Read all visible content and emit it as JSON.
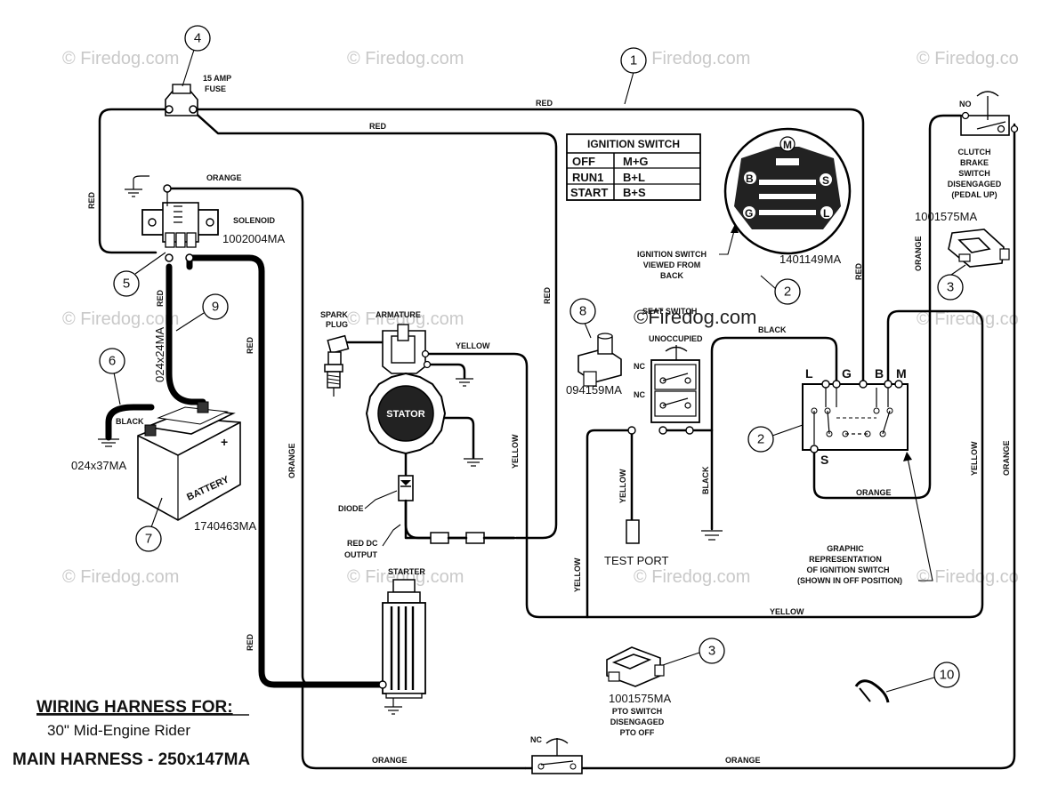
{
  "watermark": "© Firedog.com",
  "watermark_cut": "© Firedog.co",
  "watermark_center": "©Firedog.com",
  "title": {
    "line1": "WIRING HARNESS FOR:",
    "line2": "30\" Mid-Engine Rider",
    "line3": "MAIN HARNESS - 250x147MA"
  },
  "ignition_table": {
    "header": "IGNITION SWITCH",
    "rows": [
      {
        "pos": "OFF",
        "conn": "M+G"
      },
      {
        "pos": "RUN1",
        "conn": "B+L"
      },
      {
        "pos": "START",
        "conn": "B+S"
      }
    ]
  },
  "callouts": [
    "1",
    "2",
    "2",
    "3",
    "3",
    "4",
    "5",
    "6",
    "7",
    "8",
    "9",
    "10"
  ],
  "wire_labels": {
    "red": "RED",
    "orange": "ORANGE",
    "yellow": "YELLOW",
    "black": "BLACK"
  },
  "components": {
    "fuse": {
      "label": "15 AMP\nFUSE",
      "line1": "15 AMP",
      "line2": "FUSE"
    },
    "solenoid": {
      "label": "SOLENOID",
      "part": "1002004MA"
    },
    "battery": {
      "label": "BATTERY",
      "part": "1740463MA"
    },
    "ground_cable": {
      "part": "024x37MA"
    },
    "battery_cable": {
      "part": "024x24MA"
    },
    "spark_plug": {
      "line1": "SPARK",
      "line2": "PLUG"
    },
    "armature": {
      "label": "ARMATURE"
    },
    "stator": {
      "label": "STATOR"
    },
    "diode": {
      "label": "DIODE"
    },
    "red_dc": {
      "line1": "RED DC",
      "line2": "OUTPUT"
    },
    "starter": {
      "label": "STARTER"
    },
    "seat_switch": {
      "part": "094159MA",
      "label": "SEAT SWITCH",
      "line2": "UNOCCUPIED"
    },
    "ignition_switch": {
      "part": "1401149MA",
      "view1": "IGNITION SWITCH",
      "view2": "VIEWED FROM",
      "view3": "BACK"
    },
    "clutch_switch": {
      "line1": "CLUTCH",
      "line2": "BRAKE",
      "line3": "SWITCH",
      "line4": "DISENGAGED",
      "line5": "(PEDAL UP)",
      "part": "1001575MA"
    },
    "pto_switch": {
      "part": "1001575MA",
      "line1": "PTO SWITCH",
      "line2": "DISENGAGED",
      "line3": "PTO OFF"
    },
    "test_port": {
      "label": "TEST PORT"
    },
    "graphic": {
      "line1": "GRAPHIC",
      "line2": "REPRESENTATION",
      "line3": "OF IGNITION SWITCH",
      "line4": "(SHOWN IN OFF POSITION)"
    }
  },
  "switch_terminals": {
    "l": "L",
    "g": "G",
    "b": "B",
    "m": "M",
    "s": "S"
  },
  "switch_face": {
    "m": "M",
    "b": "B",
    "s": "S",
    "g": "G",
    "l": "L"
  },
  "contacts": {
    "no": "NO",
    "nc": "NC"
  }
}
